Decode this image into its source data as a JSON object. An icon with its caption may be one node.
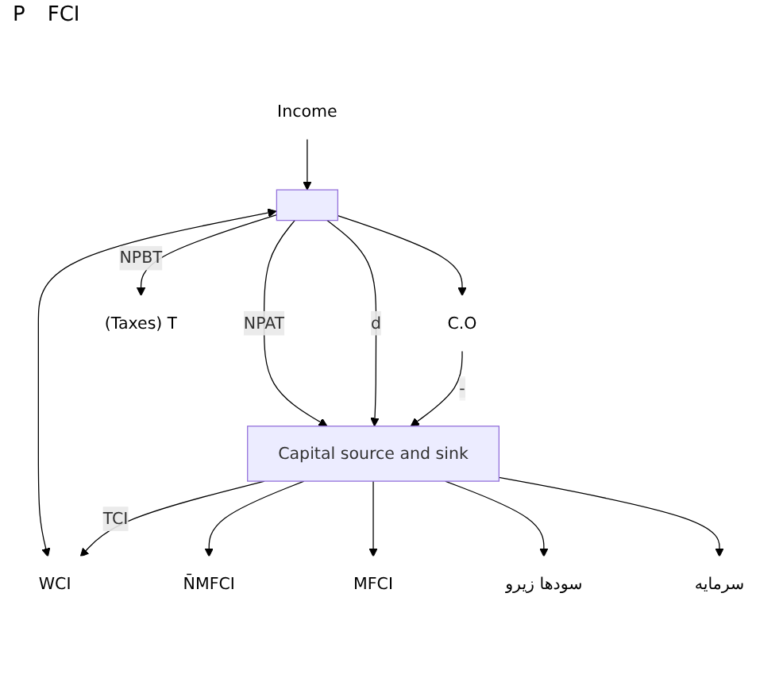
{
  "diagram": {
    "nodes": [
      {
        "text": [
          "Income"
        ]
      },
      {
        "text": [],
        "shape": "box"
      },
      {
        "text": [
          "C.O"
        ]
      },
      {
        "text": [
          "(Taxes) T"
        ]
      },
      {
        "text": [
          "Capital source and sink"
        ]
      },
      {
        "text": [
          "WCI"
        ]
      },
      {
        "text": [
          "N̄MFCI"
        ]
      },
      {
        "text": [
          "MFCI"
        ]
      },
      {
        "text": [
          "سودها زیرو"
        ]
      },
      {
        "text": [
          "سرمایه"
        ]
      }
    ],
    "edges": [
      {
        "from": 0,
        "to": 1,
        "arrow": "to"
      },
      {
        "from": 1,
        "to": 3,
        "arrow": "to",
        "label": "NPBT"
      },
      {
        "from": 1,
        "to": 4,
        "arrow": "to",
        "label": "NPAT"
      },
      {
        "from": 1,
        "to": 4,
        "arrow": "to",
        "label": "d"
      },
      {
        "from": 1,
        "to": 2,
        "arrow": "to"
      },
      {
        "from": 2,
        "to": 4,
        "arrow": "to",
        "label": "-"
      },
      {
        "from": 1,
        "to": 5,
        "arrow": "both"
      },
      {
        "from": 4,
        "to": 5,
        "arrow": "to",
        "label": "TCI"
      },
      {
        "from": 4,
        "to": 6,
        "arrow": "to"
      },
      {
        "from": 4,
        "to": 7,
        "arrow": "to"
      },
      {
        "from": 4,
        "to": 8,
        "arrow": "to"
      },
      {
        "from": 4,
        "to": 9,
        "arrow": "to"
      }
    ],
    "labels": [
      "P",
      "FCI"
    ]
  }
}
